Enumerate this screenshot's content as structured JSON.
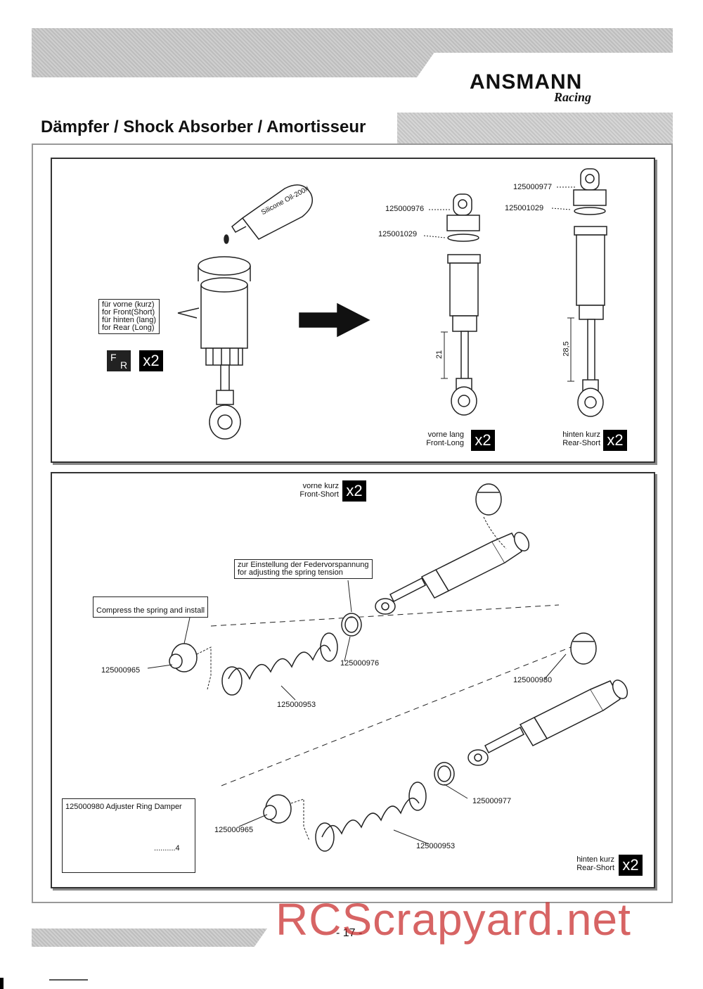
{
  "header": {
    "logo_main": "ANSMANN",
    "logo_sub": "Racing",
    "title": "Dämpfer / Shock Absorber / Amortisseur"
  },
  "step1": {
    "oil_label": "Silicone Oil-200#",
    "note_lines": [
      "für vorne (kurz)",
      "for Front(Short)",
      "für hinten (lang)",
      "for Rear (Long)"
    ],
    "fr_icon": {
      "f": "F",
      "r": "R"
    },
    "qty": "x2",
    "front": {
      "cap_part": "125000976",
      "oring_part": "125001029",
      "length": "21",
      "label_line1": "vorne lang",
      "label_line2": "Front-Long",
      "qty": "x2"
    },
    "rear": {
      "cap_part": "125000977",
      "oring_part": "125001029",
      "length": "28,5",
      "label_line1": "hinten kurz",
      "label_line2": "Rear-Short",
      "qty": "x2"
    }
  },
  "step2": {
    "front_label_line1": "vorne kurz",
    "front_label_line2": "Front-Short",
    "front_qty": "x2",
    "preload_note_line1": "zur Einstellung der Federvorspannung",
    "preload_note_line2": "for adjusting the spring tension",
    "compress_note": "Compress the spring and install",
    "parts": {
      "spring_retainer": "125000965",
      "spring": "125000953",
      "adjuster_front": "125000976",
      "adjuster_rear": "125000977",
      "adjuster_ring": "125000980",
      "spring_retainer_rear": "125000965",
      "spring_rear": "125000953"
    },
    "legend_title": "125000980 Adjuster Ring Damper",
    "legend_count": "..........4",
    "rear_label_line1": "hinten kurz",
    "rear_label_line2": "Rear-Short",
    "rear_qty": "x2"
  },
  "footer": {
    "page_number": "- 17 -",
    "watermark": "RCScrapyard.net"
  }
}
